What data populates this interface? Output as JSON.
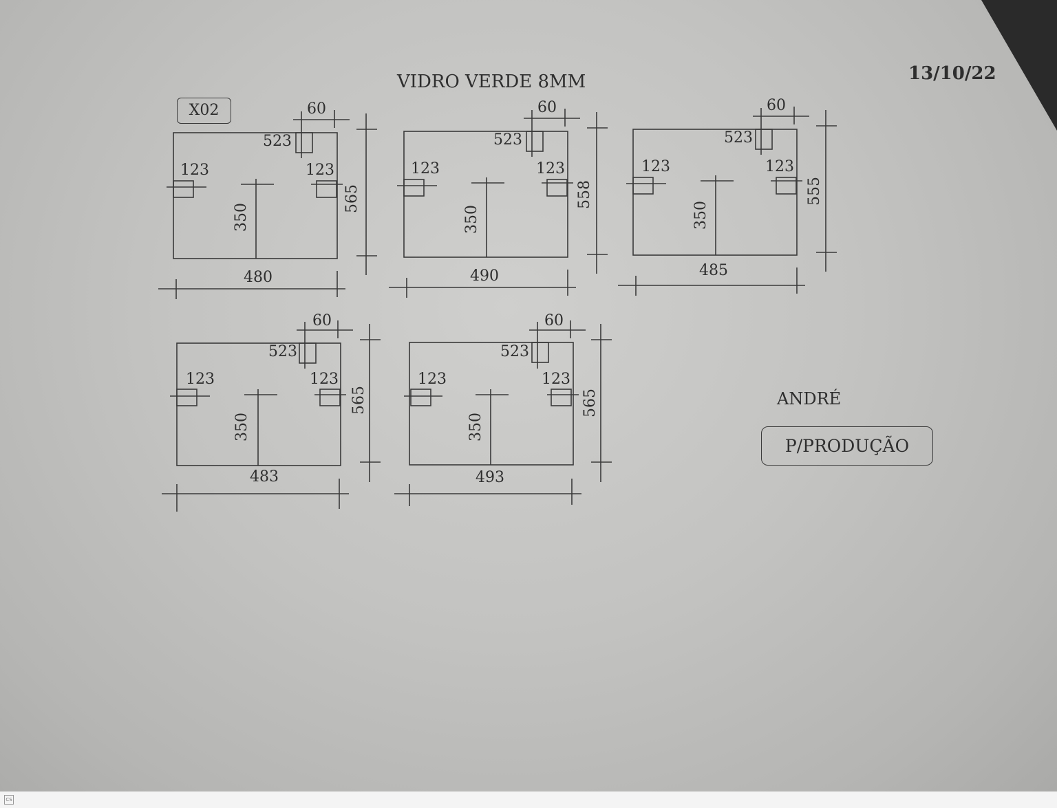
{
  "header": {
    "title": "VIDRO VERDE 8MM",
    "date": "13/10/22",
    "tag": "X02"
  },
  "footer": {
    "name": "ANDRÉ",
    "status": "P/PRODUÇÃO"
  },
  "pieces": [
    {
      "width": "480",
      "height": "565",
      "notch_top": "60",
      "notch_offset": "523",
      "left_hole": "123",
      "right_hole": "123",
      "center_hole": "350"
    },
    {
      "width": "490",
      "height": "558",
      "notch_top": "60",
      "notch_offset": "523",
      "left_hole": "123",
      "right_hole": "123",
      "center_hole": "350"
    },
    {
      "width": "485",
      "height": "555",
      "notch_top": "60",
      "notch_offset": "523",
      "left_hole": "123",
      "right_hole": "123",
      "center_hole": "350"
    },
    {
      "width": "483",
      "height": "565",
      "notch_top": "60",
      "notch_offset": "523",
      "left_hole": "123",
      "right_hole": "123",
      "center_hole": "350"
    },
    {
      "width": "493",
      "height": "565",
      "notch_top": "60",
      "notch_offset": "523",
      "left_hole": "123",
      "right_hole": "123",
      "center_hole": "350"
    }
  ],
  "colors": {
    "ink": "#2e2e2e",
    "paper": "#c6c6c4",
    "footer_bg": "#f4f4f4"
  }
}
